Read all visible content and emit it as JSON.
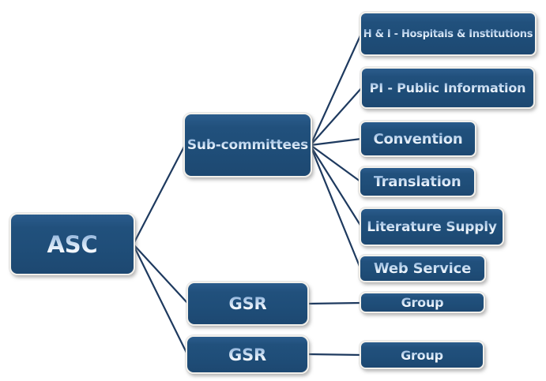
{
  "diagram": {
    "type": "org-chart",
    "nodes": {
      "asc": {
        "label": "ASC"
      },
      "sub_committees": {
        "label": "Sub-committees"
      },
      "gsr_1": {
        "label": "GSR"
      },
      "gsr_2": {
        "label": "GSR"
      },
      "h_and_i": {
        "label": "H & I - Hospitals & Institutions"
      },
      "pi": {
        "label": "PI - Public Information"
      },
      "convention": {
        "label": "Convention"
      },
      "translation": {
        "label": "Translation"
      },
      "literature_supply": {
        "label": "Literature Supply"
      },
      "web_service": {
        "label": "Web Service"
      },
      "group_1": {
        "label": "Group"
      },
      "group_2": {
        "label": "Group"
      }
    },
    "edges": [
      {
        "from": "asc",
        "to": "sub_committees"
      },
      {
        "from": "asc",
        "to": "gsr_1"
      },
      {
        "from": "asc",
        "to": "gsr_2"
      },
      {
        "from": "sub_committees",
        "to": "h_and_i"
      },
      {
        "from": "sub_committees",
        "to": "pi"
      },
      {
        "from": "sub_committees",
        "to": "convention"
      },
      {
        "from": "sub_committees",
        "to": "translation"
      },
      {
        "from": "sub_committees",
        "to": "literature_supply"
      },
      {
        "from": "sub_committees",
        "to": "web_service"
      },
      {
        "from": "gsr_1",
        "to": "group_1"
      },
      {
        "from": "gsr_2",
        "to": "group_2"
      }
    ],
    "colors": {
      "node_fill": "#1f4e79",
      "node_border": "#f2f0eb",
      "connector": "#1e3a5f",
      "label_text": "#ffffff",
      "background": "#ffffff"
    }
  }
}
